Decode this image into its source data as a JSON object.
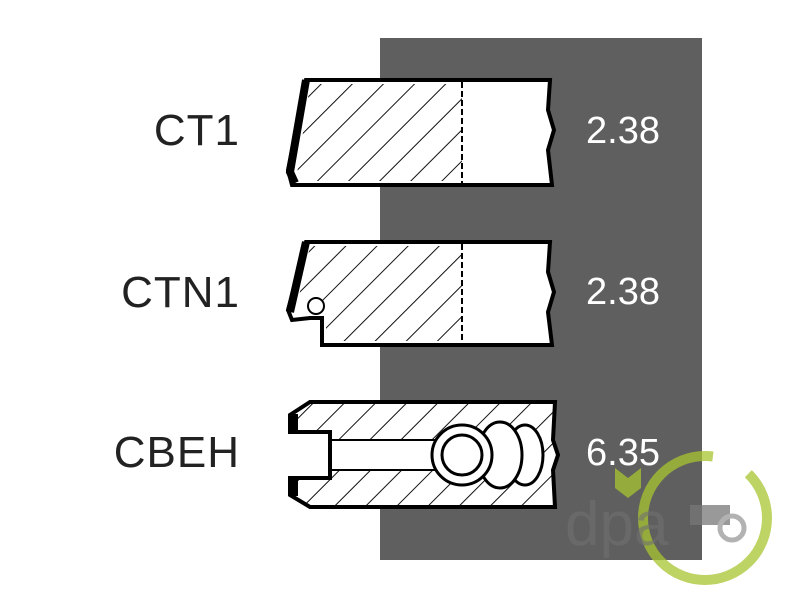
{
  "rings": [
    {
      "name": "CT1",
      "width": "2.38"
    },
    {
      "name": "CTN1",
      "width": "2.38"
    },
    {
      "name": "CBEH",
      "width": "6.35"
    }
  ],
  "watermark": {
    "text": "dpa",
    "accent_color": "#a8c530"
  },
  "colors": {
    "panel": "#5f5f5f",
    "outline": "#000000"
  }
}
